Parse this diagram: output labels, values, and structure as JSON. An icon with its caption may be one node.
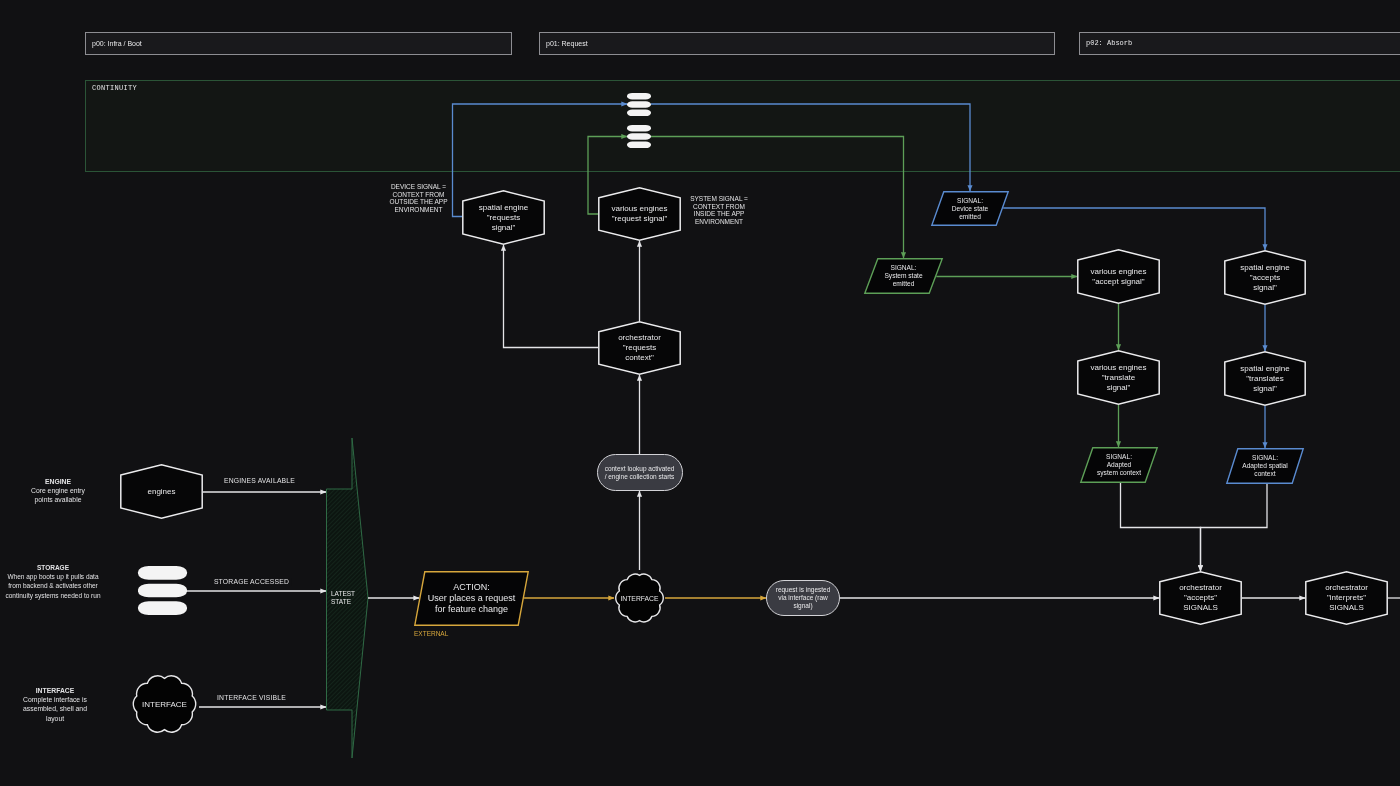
{
  "diagram": {
    "nodes": [
      {
        "text": [
          "p00: Infra / Boot"
        ]
      },
      {
        "text": [
          "p01: Request"
        ]
      },
      {
        "text": [
          "p02: Absorb"
        ]
      },
      {
        "text": [
          "CONTINUITY"
        ]
      },
      {
        "text": [],
        "shape": "cylinder",
        "in": 3
      },
      {
        "text": [],
        "shape": "cylinder",
        "in": 3
      },
      {
        "text": [
          "spatial engine \"requests signal\""
        ],
        "beside": [
          "DEVICE SIGNAL = CONTEXT FROM OUTSIDE THE APP ENVIRONMENT"
        ]
      },
      {
        "text": [
          "various engines \"request signal\""
        ],
        "beside": [
          "SYSTEM SIGNAL = CONTEXT FROM INSIDE THE APP ENVIRONMENT"
        ]
      },
      {
        "text": [
          "SIGNAL:",
          "Device state emitted"
        ]
      },
      {
        "text": [
          "SIGNAL:",
          "System state emitted"
        ]
      },
      {
        "text": [
          "various engines \"accept signal\""
        ]
      },
      {
        "text": [
          "spatial engine \"accepts signal\""
        ]
      },
      {
        "text": [
          "orchestrator \"requests context\""
        ]
      },
      {
        "text": [
          "various engines \"translate signal\""
        ]
      },
      {
        "text": [
          "spatial engine \"translates signal\""
        ]
      },
      {
        "text": [
          "SIGNAL:",
          "Adapted system context"
        ]
      },
      {
        "text": [
          "SIGNAL:",
          "Adapted spatial context"
        ]
      },
      {
        "text": [
          "context lookup activated / engine collection starts"
        ]
      },
      {
        "text": [
          "engines"
        ],
        "beside": [
          "ENGINE",
          "Core engine entry points available"
        ]
      },
      {
        "text": [],
        "shape": "cylinder",
        "beside": [
          "STORAGE",
          "When app boots up it pulls data from backend & activates other continuity systems needed to run"
        ]
      },
      {
        "text": [
          "INTERFACE"
        ],
        "beside": [
          "INTERFACE",
          "Complete interface is assembled, shell and layout"
        ]
      },
      {
        "text": [
          "LATEST STATE"
        ]
      },
      {
        "text": [
          "ACTION:",
          "User places a request for feature change"
        ],
        "beside": [
          "EXTERNAL"
        ]
      },
      {
        "text": [
          "INTERFACE"
        ]
      },
      {
        "text": [
          "request is ingested via interface (raw signal)"
        ]
      },
      {
        "text": [
          "orchestrator \"accepts\" SIGNALS"
        ]
      },
      {
        "text": [
          "orchestrator \"interprets\" SIGNALS"
        ]
      }
    ],
    "edges": [
      {
        "from": 18,
        "to": 21,
        "arrow": "to",
        "label": "ENGINES AVAILABLE"
      },
      {
        "from": 19,
        "to": 21,
        "arrow": "to",
        "label": "STORAGE ACCESSED"
      },
      {
        "from": 20,
        "to": 21,
        "arrow": "to",
        "label": "INTERFACE VISIBLE"
      },
      {
        "from": 21,
        "to": 22,
        "arrow": "to"
      },
      {
        "from": 22,
        "to": 23,
        "arrow": "to",
        "color": "#d7a73c"
      },
      {
        "from": 23,
        "to": 24,
        "arrow": "to",
        "color": "#d7a73c"
      },
      {
        "from": 23,
        "to": 17,
        "arrow": "to"
      },
      {
        "from": 17,
        "to": 12,
        "arrow": "to"
      },
      {
        "from": 12,
        "to": 6,
        "arrow": "to"
      },
      {
        "from": 12,
        "to": 7,
        "arrow": "to"
      },
      {
        "from": 6,
        "to": 4,
        "arrow": "to",
        "color": "#5a8bd0"
      },
      {
        "from": 7,
        "to": 5,
        "arrow": "to",
        "color": "#5d9f57"
      },
      {
        "from": 4,
        "to": 8,
        "arrow": "to",
        "color": "#5a8bd0"
      },
      {
        "from": 5,
        "to": 9,
        "arrow": "to",
        "color": "#5d9f57"
      },
      {
        "from": 8,
        "to": 11,
        "arrow": "to",
        "color": "#5a8bd0"
      },
      {
        "from": 9,
        "to": 10,
        "arrow": "to",
        "color": "#5d9f57"
      },
      {
        "from": 10,
        "to": 13,
        "arrow": "to",
        "color": "#5d9f57"
      },
      {
        "from": 11,
        "to": 14,
        "arrow": "to",
        "color": "#5a8bd0"
      },
      {
        "from": 13,
        "to": 15,
        "arrow": "to",
        "color": "#5d9f57"
      },
      {
        "from": 14,
        "to": 16,
        "arrow": "to",
        "color": "#5a8bd0"
      },
      {
        "from": 15,
        "to": 25,
        "arrow": "to"
      },
      {
        "from": 16,
        "to": 25,
        "arrow": "to"
      },
      {
        "from": 24,
        "to": 25,
        "arrow": "to"
      },
      {
        "from": 25,
        "to": 26,
        "arrow": "to"
      },
      {
        "from": 26,
        "to": null,
        "arrow": "none"
      }
    ]
  }
}
